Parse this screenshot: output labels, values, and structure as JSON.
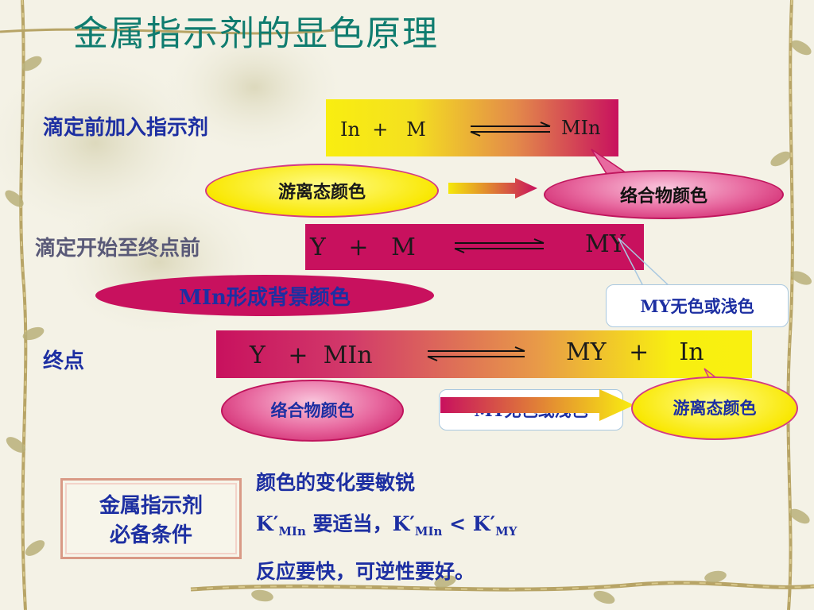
{
  "title": "金属指示剂的显色原理",
  "row1": {
    "label": "滴定前加入指示剂",
    "eq_left": "In  +   M",
    "eq_right": "MIn",
    "bubble_free": "游离态颜色",
    "bubble_complex": "络合物颜色"
  },
  "row2": {
    "label": "滴定开始至终点前",
    "eq_left": "Y   +   M",
    "eq_right": "MY",
    "bubble_bg": "MIn形成背景颜色",
    "callout": "MY无色或浅色"
  },
  "row3": {
    "label": "终点",
    "eq_left": "Y   +  MIn",
    "eq_right": "MY   +    In",
    "bubble_complex": "络合物颜色",
    "callout_hidden": "MY无色或浅色",
    "bubble_free": "游离态颜色"
  },
  "conditions": {
    "box_line1": "金属指示剂",
    "box_line2": "必备条件",
    "line1": "颜色的变化要敏锐",
    "k_prefix": "K′",
    "k_sub1": "MIn",
    "k_text": " 要适当，",
    "k_prefix2": "K′",
    "k_sub2": "MIn",
    "k_lt": " < K′",
    "k_sub3": "MY",
    "line3": "反应要快，可逆性要好。"
  },
  "colors": {
    "title": "#0f7c6f",
    "label_blue": "#1d2fa2",
    "magenta": "#c8115e",
    "yellow": "#f9e804"
  }
}
